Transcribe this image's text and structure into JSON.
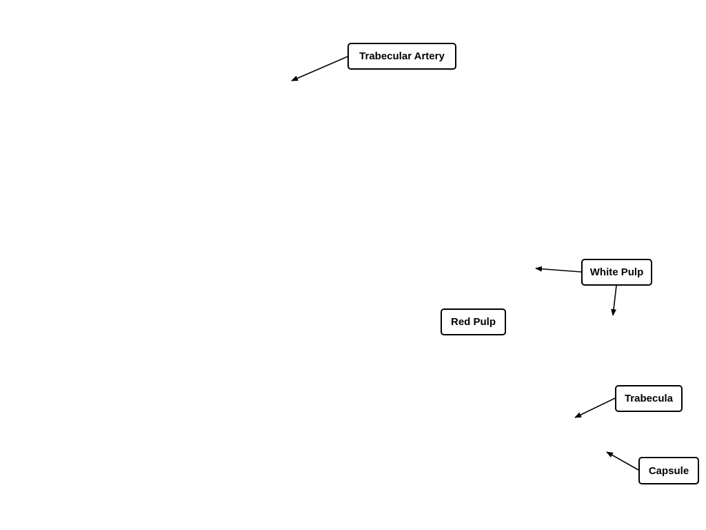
{
  "labels": {
    "trabecular_artery": "Trabecular Artery",
    "white_pulp": "White Pulp",
    "red_pulp": "Red Pulp",
    "trabecula": "Trabecula",
    "capsule": "Capsule"
  },
  "colors": {
    "background": "#ffffff",
    "stroke": "#000000",
    "text": "#000000"
  }
}
